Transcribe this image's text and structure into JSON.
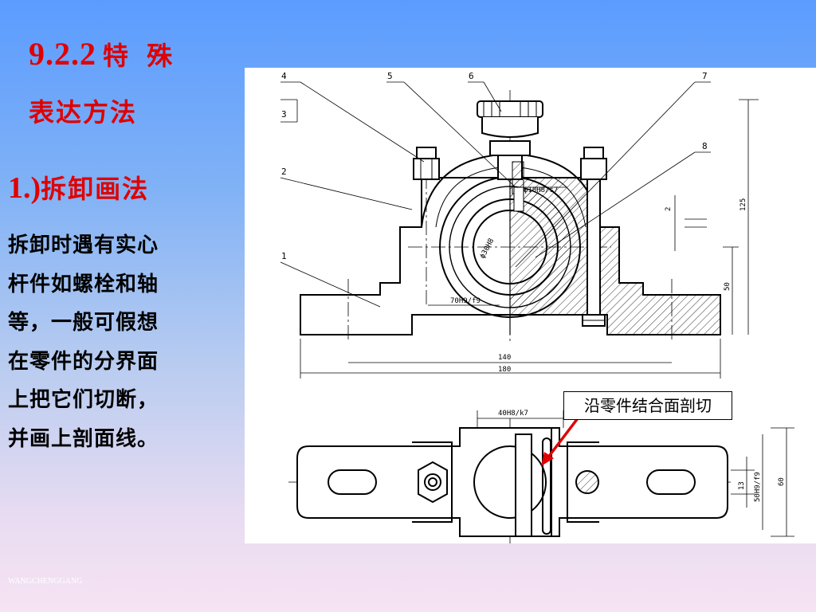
{
  "title": {
    "number": "9.2.2",
    "line1": "特 殊",
    "line2": "表达方法"
  },
  "subhead": {
    "number": "1.)",
    "text": "拆卸画法"
  },
  "body_lines": [
    "拆卸时遇有实心",
    "杆件如螺栓和轴",
    "等，一般可假想",
    "在零件的分界面",
    "上把它们切断，",
    "并画上剖面线。"
  ],
  "callout": "沿零件结合面剖切",
  "drawing": {
    "part_numbers": [
      "1",
      "2",
      "3",
      "4",
      "5",
      "6",
      "7",
      "8"
    ],
    "dimensions": {
      "fit_top": "ϕ10H8/s7",
      "bore": "ϕ30H8",
      "fit_base": "70H9/f9",
      "width_140": "140",
      "width_180": "180",
      "height_125": "125",
      "height_50": "50",
      "gap_2": "2",
      "fit_plan": "40H8/k7",
      "plan_13": "13",
      "plan_50": "50H9/f9",
      "plan_60": "60"
    },
    "arrow_color": "#e00000"
  },
  "watermark": "WANGCHENGGANG"
}
